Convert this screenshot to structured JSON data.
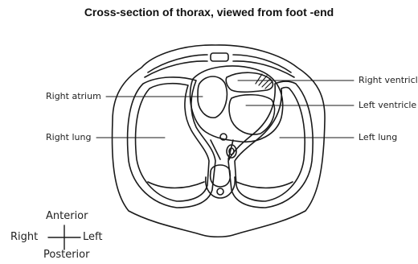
{
  "title": "Cross-section of thorax, viewed from foot -end",
  "labels": {
    "right_atrium": "Right atrium",
    "right_lung": "Right lung",
    "right_ventricle": "Right ventricle",
    "left_ventricle": "Left ventricle",
    "left_lung": "Left lung"
  },
  "orientation": {
    "anterior": "Anterior",
    "posterior": "Posterior",
    "right": "Right",
    "left": "Left"
  },
  "colors": {
    "line": "#1a1a1a",
    "background": "#ffffff"
  }
}
